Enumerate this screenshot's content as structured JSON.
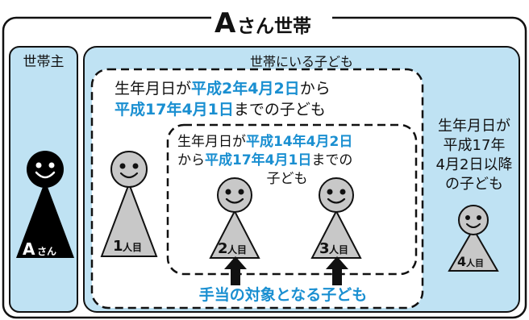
{
  "title": {
    "letter": "A",
    "rest": "さん世帯"
  },
  "head_label": "世帯主",
  "head_person": {
    "letter": "A",
    "suffix": "さん"
  },
  "children_label": "世帯にいる子ども",
  "outer_range": {
    "l1_a": "生年月日が",
    "l1_b": "平成2年4月2日",
    "l1_c": "から",
    "l2_a": "平成17年4月1日",
    "l2_b": "までの子ども"
  },
  "inner_range": {
    "l1_a": "生年月日が",
    "l1_b": "平成14年4月2日",
    "l2_a": "から",
    "l2_b": "平成17年4月1日",
    "l2_c": "までの",
    "l3": "子ども"
  },
  "right_range": {
    "l1": "生年月日が",
    "l2": "平成17年",
    "l3": "4月2日以降",
    "l4": "の子ども"
  },
  "children": [
    {
      "num": "1",
      "suffix": "人目"
    },
    {
      "num": "2",
      "suffix": "人目"
    },
    {
      "num": "3",
      "suffix": "人目"
    },
    {
      "num": "4",
      "suffix": "人目"
    }
  ],
  "target_caption": "手当の対象となる子ども",
  "colors": {
    "panel": "#bfe2f3",
    "accent": "#1a8fd1",
    "figure": "#c8c8c8",
    "head_figure": "#000000"
  }
}
